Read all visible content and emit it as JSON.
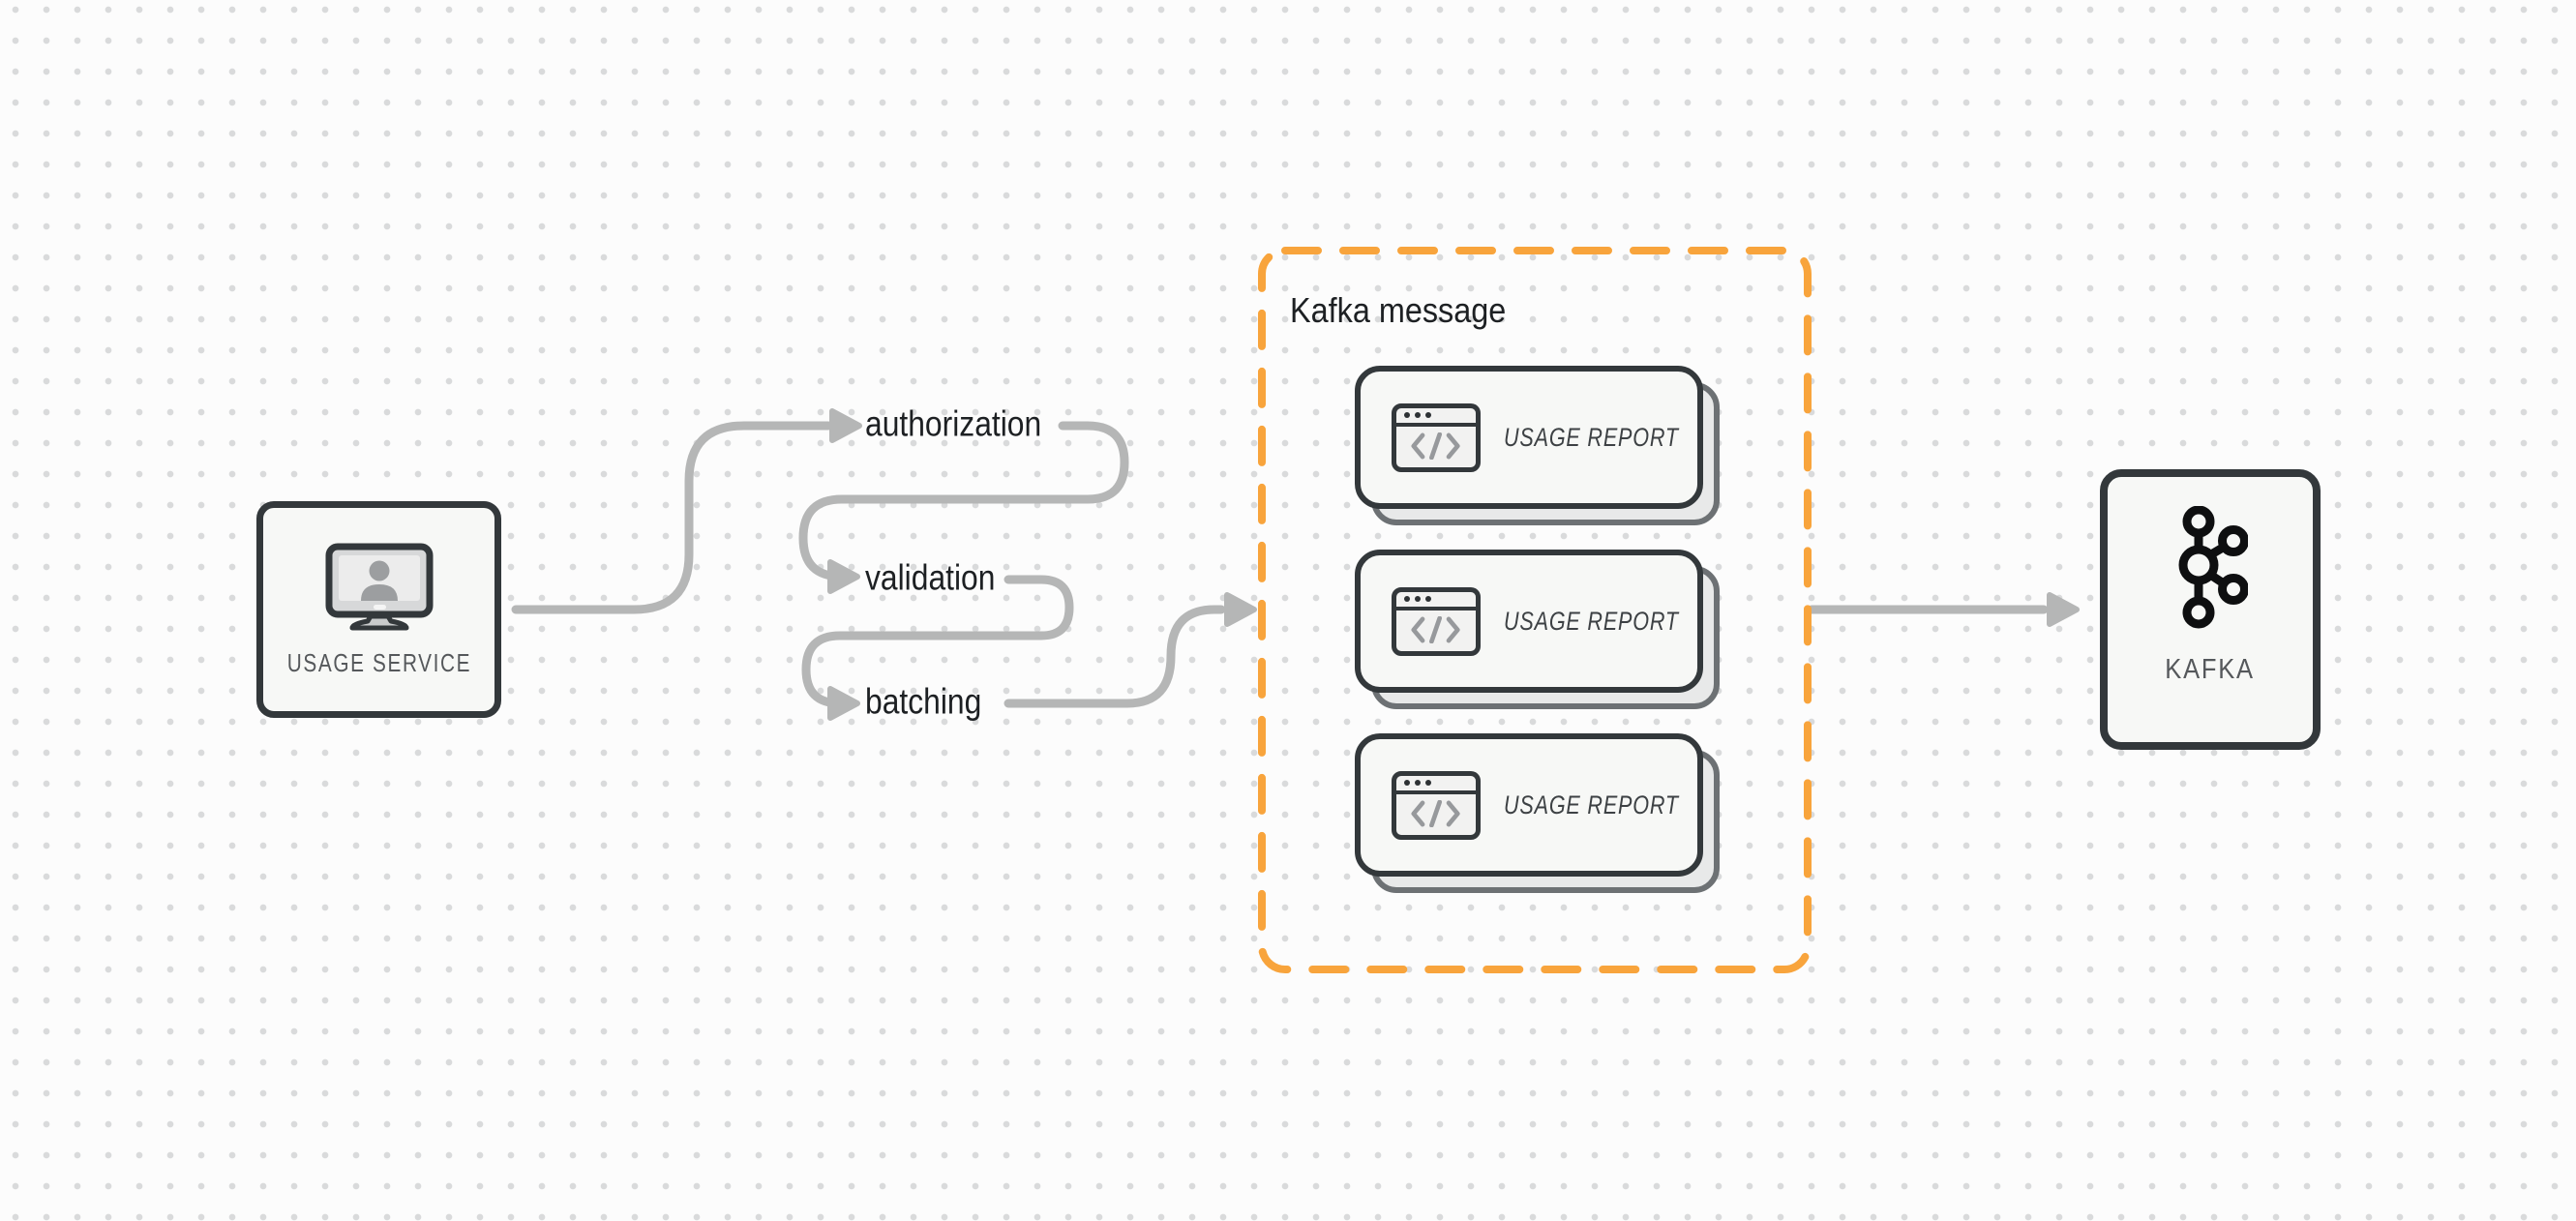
{
  "diagram": {
    "background_color": "#fcfcfc",
    "dot_grid_color": "#d9dadb",
    "connector_color": "#b5b6b6",
    "accent_orange": "#f8a43c",
    "node_border_color": "#33383b",
    "label_text_color": "#1d2023",
    "muted_text_color": "#55585b"
  },
  "usage_service": {
    "label": "USAGE SERVICE",
    "icon": "monitor-user-icon"
  },
  "pipeline": {
    "steps": [
      {
        "label": "authorization"
      },
      {
        "label": "validation"
      },
      {
        "label": "batching"
      }
    ]
  },
  "kafka_message_group": {
    "title": "Kafka message",
    "cards": [
      {
        "label": "USAGE REPORT",
        "icon": "code-window-icon"
      },
      {
        "label": "USAGE REPORT",
        "icon": "code-window-icon"
      },
      {
        "label": "USAGE REPORT",
        "icon": "code-window-icon"
      }
    ]
  },
  "kafka": {
    "label": "KAFKA",
    "icon": "kafka-logo-icon"
  }
}
